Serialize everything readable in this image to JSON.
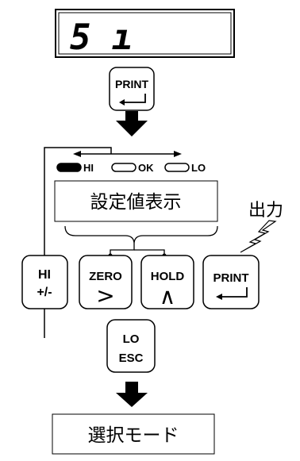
{
  "display": {
    "digits": "5 ı"
  },
  "top_print_key": {
    "label": "PRINT",
    "icon": "enter-arrow-icon"
  },
  "indicators": [
    {
      "label": "HI",
      "state": "filled"
    },
    {
      "label": "OK",
      "state": "empty"
    },
    {
      "label": "LO",
      "state": "empty"
    }
  ],
  "setpoint_box": {
    "text": "設定値表示"
  },
  "output_label": "出力",
  "keys": {
    "hi": {
      "line1": "HI",
      "line2": "+/-"
    },
    "zero": {
      "line1": "ZERO",
      "line2": ">"
    },
    "hold": {
      "line1": "HOLD",
      "line2": "∧"
    },
    "print": {
      "line1": "PRINT",
      "icon": "enter-arrow-icon"
    },
    "lo": {
      "line1": "LO",
      "line2": "ESC"
    }
  },
  "mode_box": {
    "text": "選択モード"
  }
}
